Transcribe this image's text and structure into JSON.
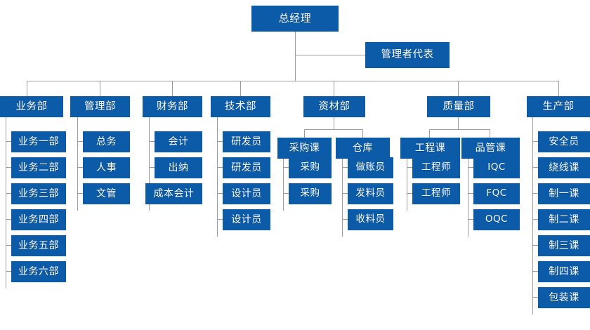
{
  "chart_meta": {
    "type": "org-chart",
    "title": "组织架构图",
    "box_color": "#0b5ba8",
    "text_color": "#ffffff",
    "connector_color": "#9d9d9d",
    "background": "#ffffff"
  },
  "top": {
    "general_manager": "总经理",
    "management_rep": "管理者代表"
  },
  "departments": [
    {
      "name": "业务部",
      "children": [
        {
          "name": "业务一部"
        },
        {
          "name": "业务二部"
        },
        {
          "name": "业务三部"
        },
        {
          "name": "业务四部"
        },
        {
          "name": "业务五部"
        },
        {
          "name": "业务六部"
        }
      ]
    },
    {
      "name": "管理部",
      "children": [
        {
          "name": "总务"
        },
        {
          "name": "人事"
        },
        {
          "name": "文管"
        }
      ]
    },
    {
      "name": "财务部",
      "children": [
        {
          "name": "会计"
        },
        {
          "name": "出纳"
        },
        {
          "name": "成本会计"
        }
      ]
    },
    {
      "name": "技术部",
      "children": [
        {
          "name": "研发员"
        },
        {
          "name": "研发员"
        },
        {
          "name": "设计员"
        },
        {
          "name": "设计员"
        }
      ]
    },
    {
      "name": "资材部",
      "sections": [
        {
          "name": "采购课",
          "children": [
            {
              "name": "采购"
            },
            {
              "name": "采购"
            }
          ]
        },
        {
          "name": "仓库",
          "children": [
            {
              "name": "做账员"
            },
            {
              "name": "发料员"
            },
            {
              "name": "收料员"
            }
          ]
        }
      ]
    },
    {
      "name": "质量部",
      "sections": [
        {
          "name": "工程课",
          "children": [
            {
              "name": "工程师"
            },
            {
              "name": "工程师"
            }
          ]
        },
        {
          "name": "品管课",
          "children": [
            {
              "name": "IQC"
            },
            {
              "name": "FQC"
            },
            {
              "name": "OQC"
            }
          ]
        }
      ]
    },
    {
      "name": "生产部",
      "children": [
        {
          "name": "安全员"
        },
        {
          "name": "绕线课"
        },
        {
          "name": "制一课"
        },
        {
          "name": "制二课"
        },
        {
          "name": "制三课"
        },
        {
          "name": "制四课"
        },
        {
          "name": "包装课"
        }
      ]
    }
  ]
}
